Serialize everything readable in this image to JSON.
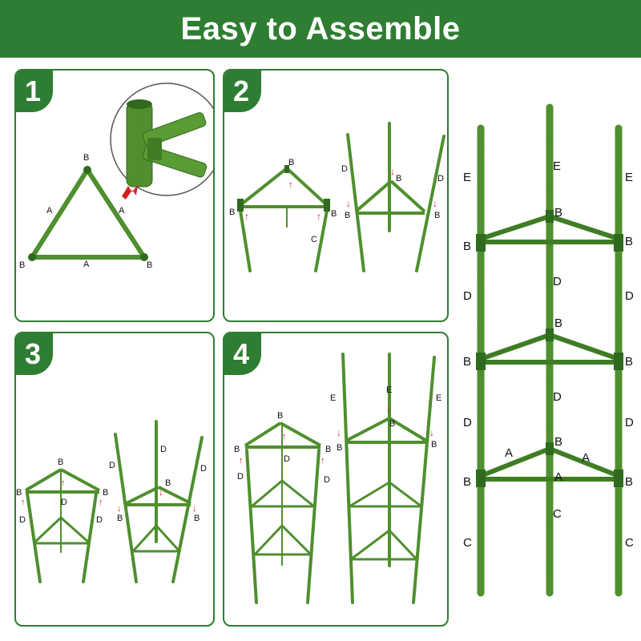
{
  "title": "Easy to Assemble",
  "steps": [
    "1",
    "2",
    "3",
    "4"
  ],
  "labels": {
    "A": "A",
    "B": "B",
    "C": "C",
    "D": "D",
    "E": "E"
  },
  "colors": {
    "brand": "#2e7d32",
    "stake": "#4f8f2e",
    "stake_dark": "#2f6a1f",
    "arrow": "#d32020"
  }
}
